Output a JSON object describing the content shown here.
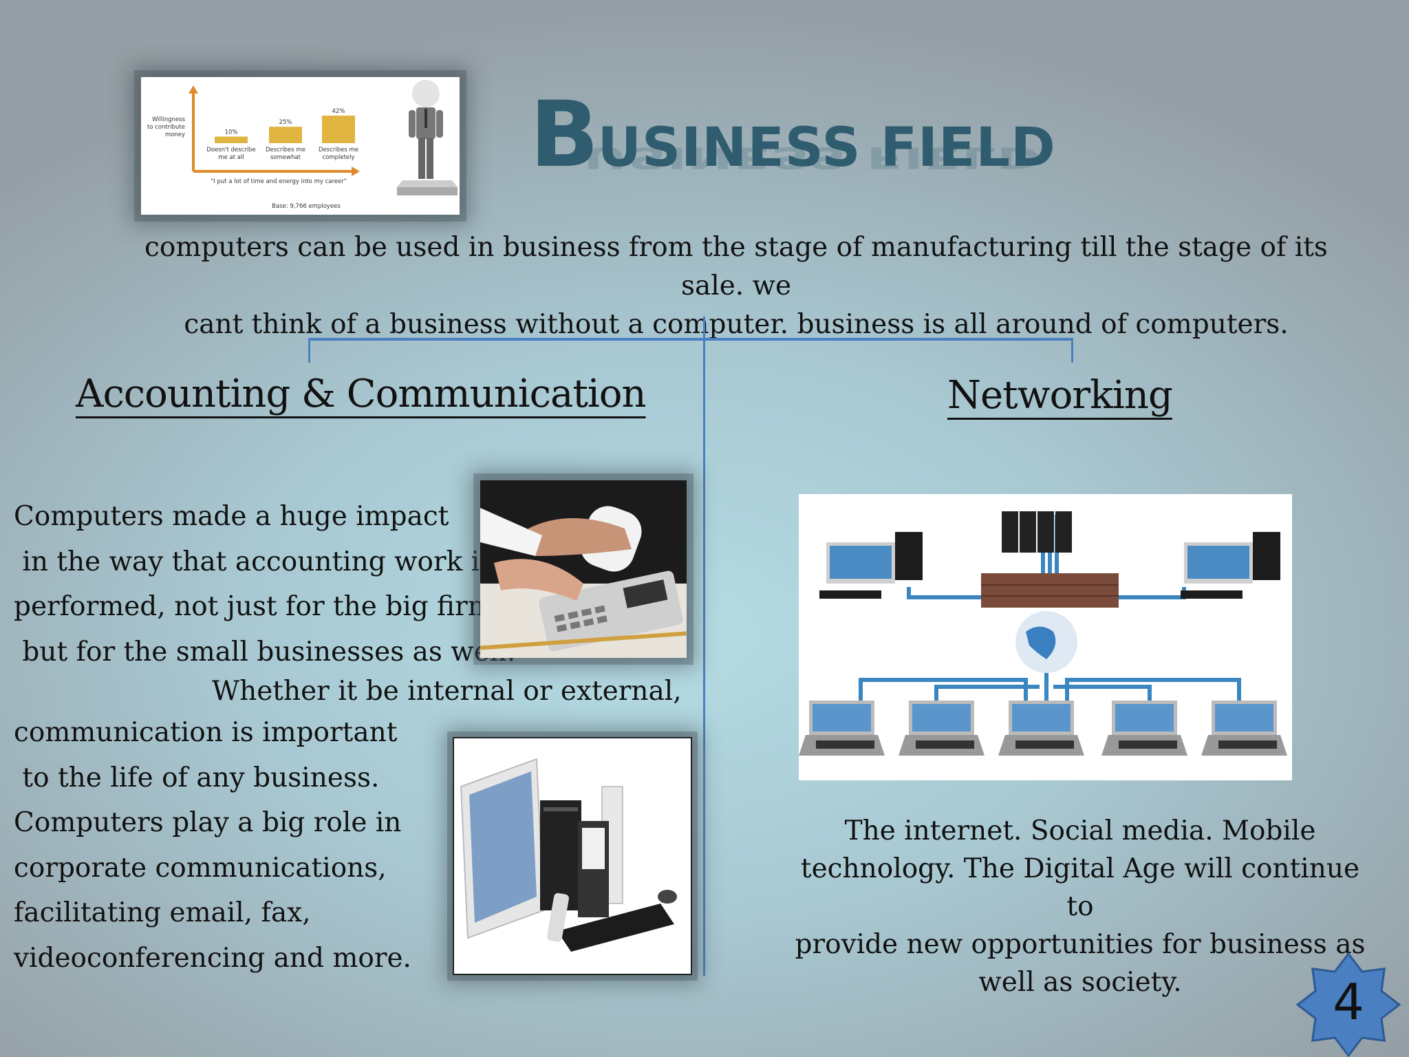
{
  "slide": {
    "title_initial": "B",
    "title_rest": "USINESS  FIELD",
    "intro_line1": "computers can be used in business from the stage of manufacturing till the stage of its sale. we",
    "intro_line2": "cant think of a business without a computer. business is all around of computers.",
    "page_number": "4"
  },
  "thumbnail_chart": {
    "ylabel_lines": [
      "Willingness",
      "to contribute",
      "money"
    ],
    "bars": [
      {
        "label_lines": [
          "Doesn't describe",
          "me at all"
        ],
        "value_label": "10%",
        "value": 10
      },
      {
        "label_lines": [
          "Describes me",
          "somewhat"
        ],
        "value_label": "25%",
        "value": 25
      },
      {
        "label_lines": [
          "Describes me",
          "completely"
        ],
        "value_label": "42%",
        "value": 42
      }
    ],
    "caption": "\"I put a lot of time and energy into my career\"",
    "base": "Base: 9,766 employees",
    "bar_color": "#e0b440",
    "axis_color": "#e08a2a"
  },
  "accounting": {
    "heading": "Accounting & Communication",
    "lines": [
      "Computers made a huge impact",
      " in the way that accounting work is",
      "performed, not just for the big firms,",
      " but for the small businesses as well."
    ],
    "whether": "Whether it be internal or external,",
    "comm_lines": [
      "communication is important",
      " to the life of any business.",
      "Computers play a big role in",
      "corporate communications,",
      "facilitating email, fax,",
      "videoconferencing and more."
    ]
  },
  "networking": {
    "heading": "Networking",
    "text_lines": [
      "The internet. Social media. Mobile",
      "technology. The Digital Age will continue to",
      "provide new opportunities for business as",
      "well as society."
    ]
  },
  "colors": {
    "title": "#2f5c6e",
    "connector": "#4a7fc1",
    "badge_fill": "#4a7fc1",
    "badge_stroke": "#2d5a94"
  }
}
